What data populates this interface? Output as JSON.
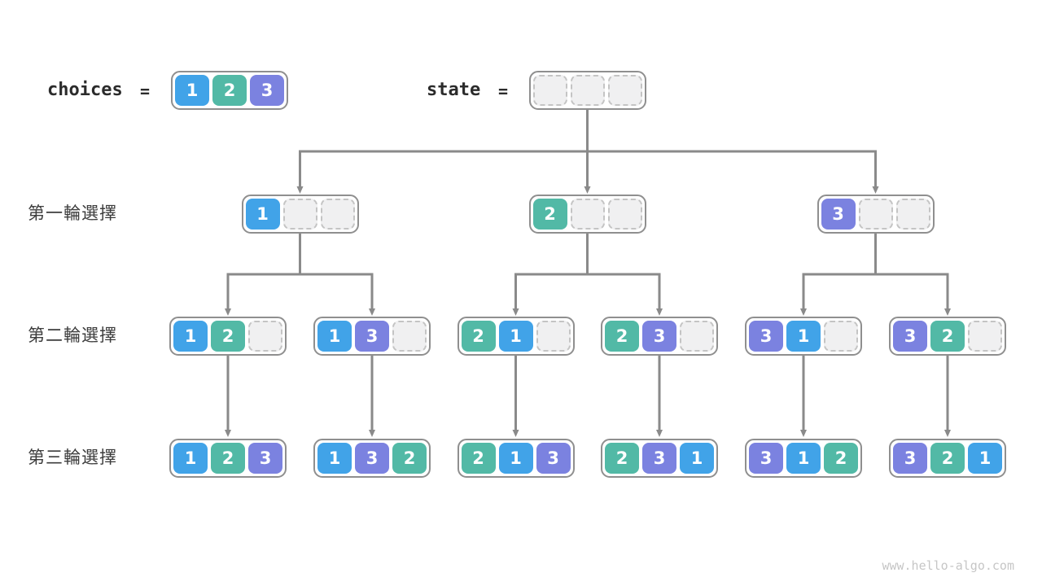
{
  "header": {
    "choices_label": "choices",
    "choices_equals": "=",
    "choices_values": [
      1,
      2,
      3
    ],
    "state_label": "state",
    "state_equals": "=",
    "state_values": [
      null,
      null,
      null
    ]
  },
  "rows": [
    {
      "label": "第一輪選擇",
      "nodes": [
        [
          1,
          null,
          null
        ],
        [
          2,
          null,
          null
        ],
        [
          3,
          null,
          null
        ]
      ]
    },
    {
      "label": "第二輪選擇",
      "nodes": [
        [
          1,
          2,
          null
        ],
        [
          1,
          3,
          null
        ],
        [
          2,
          1,
          null
        ],
        [
          2,
          3,
          null
        ],
        [
          3,
          1,
          null
        ],
        [
          3,
          2,
          null
        ]
      ]
    },
    {
      "label": "第三輪選擇",
      "nodes": [
        [
          1,
          2,
          3
        ],
        [
          1,
          3,
          2
        ],
        [
          2,
          1,
          3
        ],
        [
          2,
          3,
          1
        ],
        [
          3,
          1,
          2
        ],
        [
          3,
          2,
          1
        ]
      ]
    }
  ],
  "watermark": "www.hello-algo.com",
  "colors": {
    "value1": "#41a3e8",
    "value2": "#52b9a6",
    "value3": "#7b82e0",
    "empty_fill": "#f0f0f1",
    "empty_border": "#c4c4c4",
    "container_border": "#8f8f8f",
    "arrow": "#8a8a8a",
    "label_text": "#3c3c3c",
    "watermark_text": "#c6c6c6"
  }
}
